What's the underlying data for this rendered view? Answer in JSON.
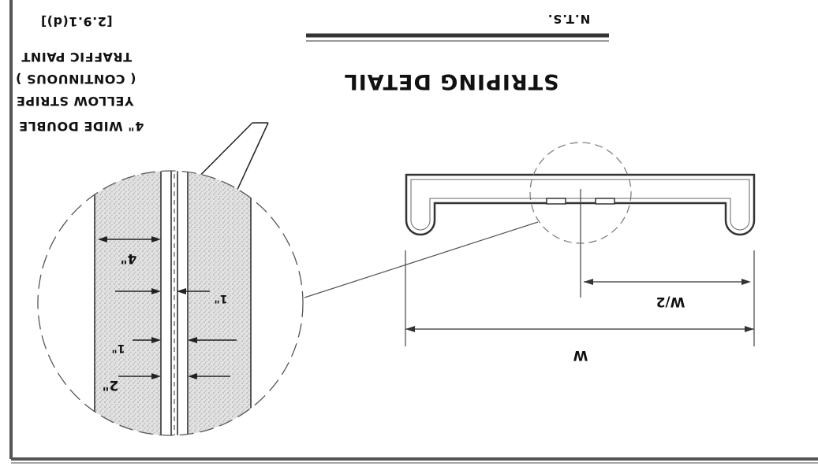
{
  "title": {
    "main": "STRIPING DETAIL",
    "scale": "N.T.S."
  },
  "callout": {
    "lines": [
      "4\" WIDE DOUBLE",
      "YELLOW STRIPE",
      "( CONTINUOUS )",
      "TRAFFIC PAINT",
      "[2.9.1(d)]"
    ]
  },
  "roadway": {
    "width_label": "W",
    "half_width_label": "W/2"
  },
  "detail": {
    "dims": {
      "stripe_width": "4\"",
      "gap_upper": "1\"",
      "gap_lower": "1\"",
      "offset": "2\""
    }
  }
}
